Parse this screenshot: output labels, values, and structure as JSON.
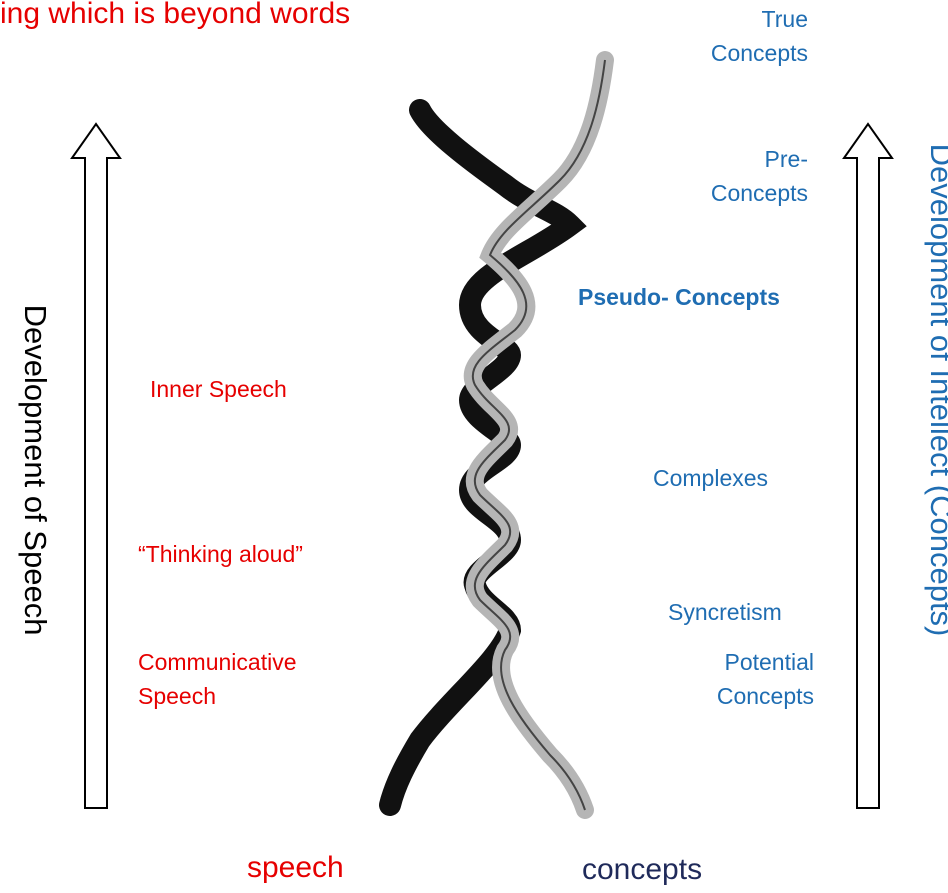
{
  "top_caption": "ing which is beyond words",
  "left_axis": {
    "label": "Development of Speech"
  },
  "right_axis": {
    "label": "Development of Intellect (Concepts)"
  },
  "speech_stages": [
    {
      "text": "Inner Speech"
    },
    {
      "text": "“Thinking aloud”"
    },
    {
      "line1": "Communicative",
      "line2": "Speech"
    }
  ],
  "concept_stages": {
    "true": {
      "line1": "True",
      "line2": "Concepts"
    },
    "pre": {
      "line1": "Pre-",
      "line2": "Concepts"
    },
    "pseudo": "Pseudo- Concepts",
    "complexes": "Complexes",
    "syncretism": "Syncretism",
    "potential": {
      "line1": "Potential",
      "line2": "Concepts"
    }
  },
  "bottom_labels": {
    "speech": "speech",
    "concepts": "concepts"
  },
  "colors": {
    "speech": "#e60000",
    "intellect": "#1f6db2",
    "concepts_root": "#1f2a5a"
  }
}
